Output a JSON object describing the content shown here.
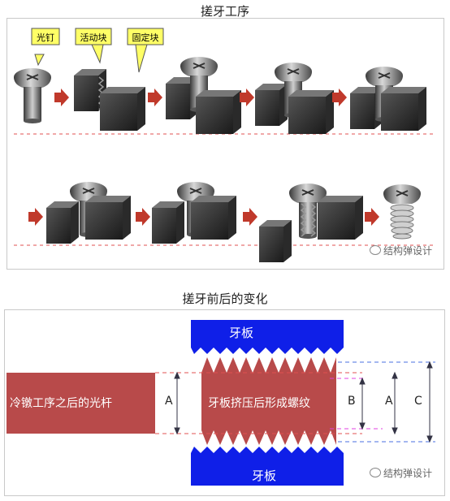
{
  "section1": {
    "title": "搓牙工序",
    "callouts": [
      "光钉",
      "活动块",
      "固定块"
    ],
    "watermark": "结构弹设计"
  },
  "section2": {
    "title": "搓牙前后的变化",
    "top_plate_label": "牙板",
    "bottom_plate_label": "牙板",
    "blank_label": "冷镦工序之后的光杆",
    "rolled_label": "牙板挤压后形成螺纹",
    "dim_blank": "A",
    "dim_b": "B",
    "dim_a": "A",
    "dim_c": "C",
    "watermark": "结构弹设计"
  },
  "colors": {
    "rod_red": "#b84a4a",
    "plate_blue": "#0f1fe8",
    "callout_yellow": "#ffff66",
    "arrow_red": "#c0392b",
    "dash_red": "#e05050",
    "dash_blue": "#4a6fe0",
    "dash_magenta": "#e040e0"
  }
}
